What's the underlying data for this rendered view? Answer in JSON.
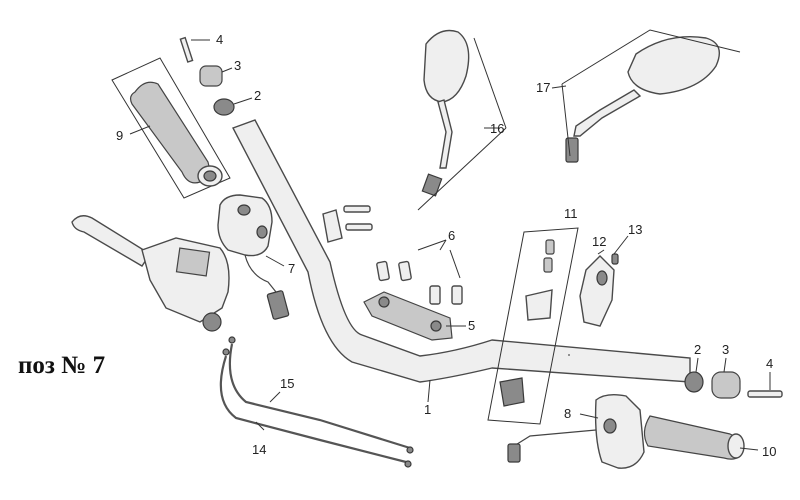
{
  "caption": "поз № 7",
  "callouts": [
    {
      "id": "c4a",
      "text": "4"
    },
    {
      "id": "c3a",
      "text": "3"
    },
    {
      "id": "c2a",
      "text": "2"
    },
    {
      "id": "c9",
      "text": "9"
    },
    {
      "id": "c7",
      "text": "7"
    },
    {
      "id": "c16",
      "text": "16"
    },
    {
      "id": "c17",
      "text": "17"
    },
    {
      "id": "c6",
      "text": "6"
    },
    {
      "id": "c5",
      "text": "5"
    },
    {
      "id": "c11",
      "text": "11"
    },
    {
      "id": "c12",
      "text": "12"
    },
    {
      "id": "c13",
      "text": "13"
    },
    {
      "id": "c1",
      "text": "1"
    },
    {
      "id": "c2b",
      "text": "2"
    },
    {
      "id": "c3b",
      "text": "3"
    },
    {
      "id": "c4b",
      "text": "4"
    },
    {
      "id": "c8",
      "text": "8"
    },
    {
      "id": "c10",
      "text": "10"
    },
    {
      "id": "c15",
      "text": "15"
    },
    {
      "id": "c14",
      "text": "14"
    }
  ]
}
